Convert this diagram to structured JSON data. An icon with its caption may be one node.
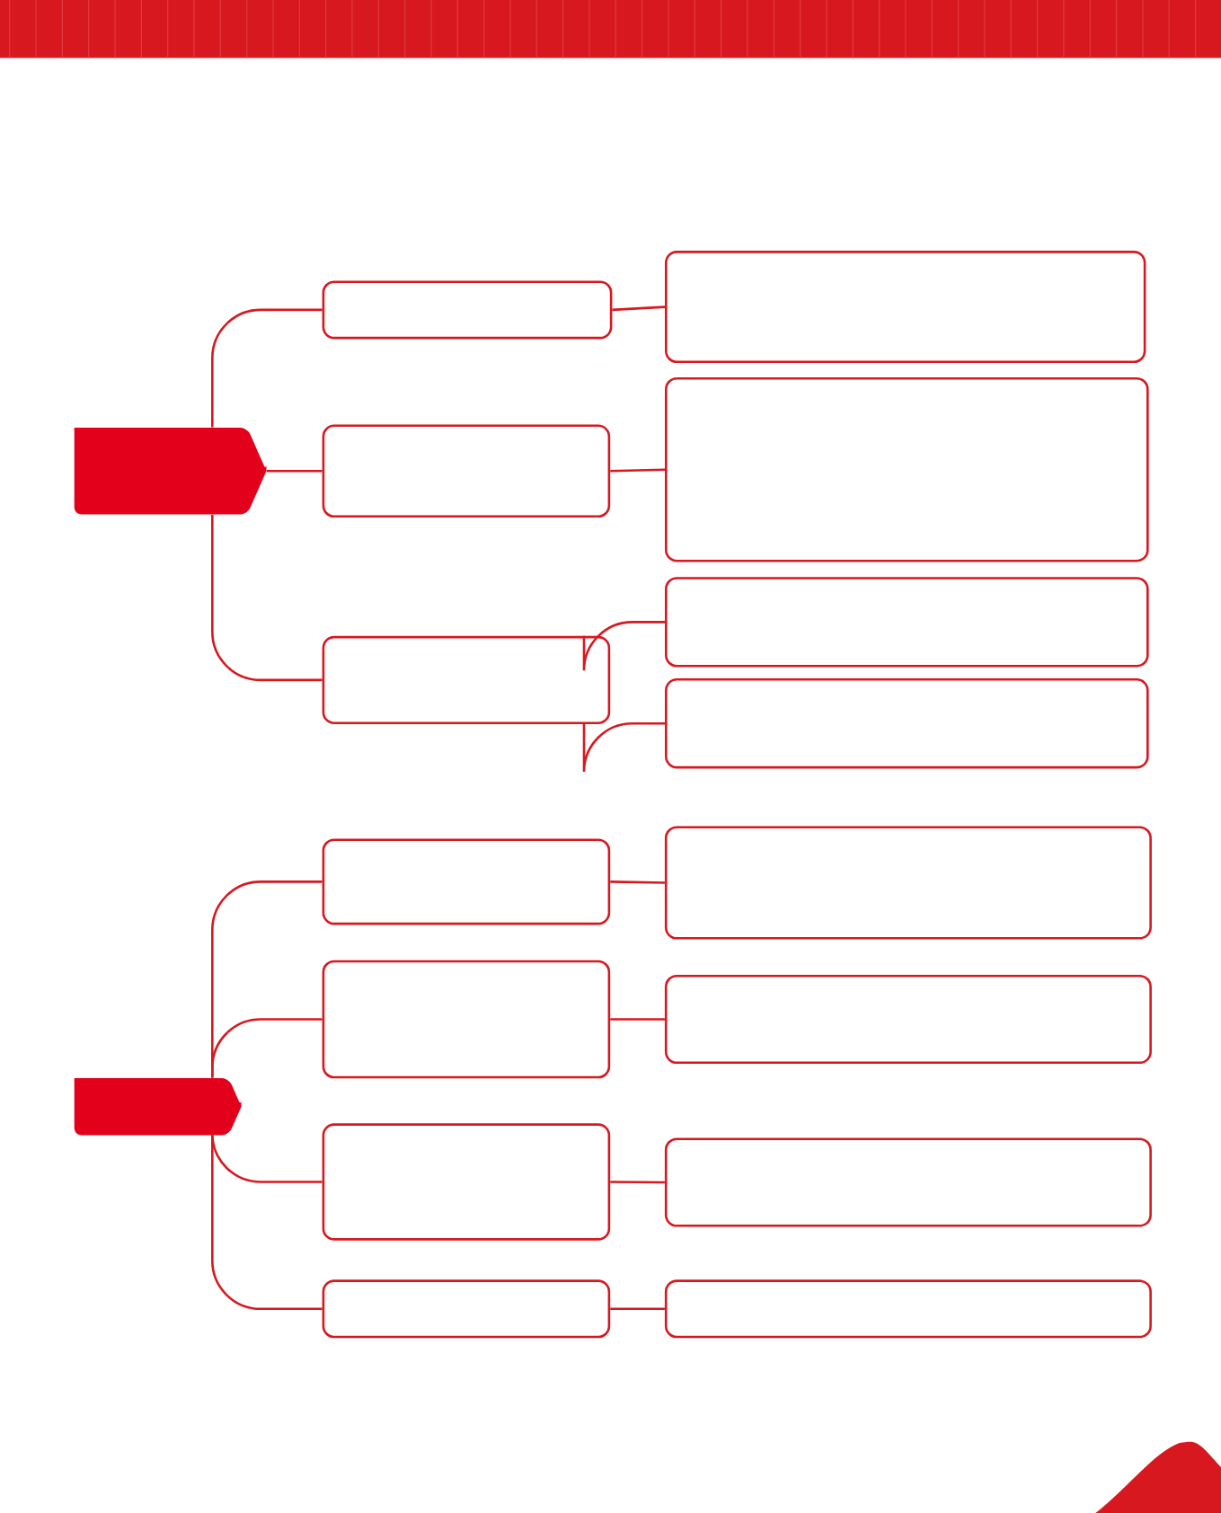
{
  "diagram": {
    "nodes": [
      {
        "text": [],
        "shape": "tag"
      },
      {
        "text": [],
        "shape": "box"
      },
      {
        "text": [],
        "shape": "box"
      },
      {
        "text": [],
        "shape": "box"
      },
      {
        "text": [],
        "shape": "box"
      },
      {
        "text": [],
        "shape": "box"
      },
      {
        "text": [],
        "shape": "box"
      },
      {
        "text": [],
        "shape": "box"
      },
      {
        "text": [],
        "shape": "tag"
      },
      {
        "text": [],
        "shape": "box"
      },
      {
        "text": [],
        "shape": "box"
      },
      {
        "text": [],
        "shape": "box"
      },
      {
        "text": [],
        "shape": "box"
      },
      {
        "text": [],
        "shape": "box"
      },
      {
        "text": [],
        "shape": "box"
      },
      {
        "text": [],
        "shape": "box"
      },
      {
        "text": [],
        "shape": "box"
      }
    ],
    "edges": [
      {
        "from": 0,
        "to": 1,
        "arrow": "none"
      },
      {
        "from": 0,
        "to": 3,
        "arrow": "none"
      },
      {
        "from": 0,
        "to": 5,
        "arrow": "none"
      },
      {
        "from": 1,
        "to": 2,
        "arrow": "none"
      },
      {
        "from": 3,
        "to": 4,
        "arrow": "none"
      },
      {
        "from": 5,
        "to": 6,
        "arrow": "none"
      },
      {
        "from": 5,
        "to": 7,
        "arrow": "none"
      },
      {
        "from": 8,
        "to": 9,
        "arrow": "none"
      },
      {
        "from": 8,
        "to": 11,
        "arrow": "none"
      },
      {
        "from": 8,
        "to": 13,
        "arrow": "none"
      },
      {
        "from": 8,
        "to": 15,
        "arrow": "none"
      },
      {
        "from": 9,
        "to": 10,
        "arrow": "none"
      },
      {
        "from": 11,
        "to": 12,
        "arrow": "none"
      },
      {
        "from": 13,
        "to": 14,
        "arrow": "none"
      },
      {
        "from": 15,
        "to": 16,
        "arrow": "none"
      }
    ]
  }
}
